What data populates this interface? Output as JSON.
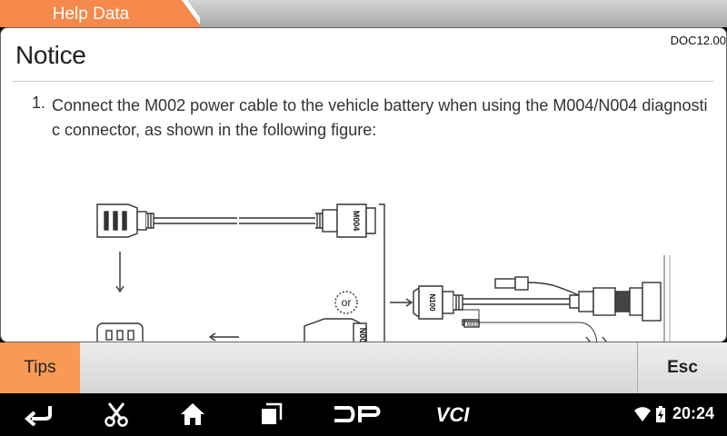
{
  "header": {
    "tab_label": "Help Data",
    "tab_color": "#f5884a"
  },
  "content": {
    "doc_id": "DOC12.00",
    "title": "Notice",
    "items": [
      {
        "number": "1.",
        "text": "Connect the M002 power cable to the vehicle battery when using the M004/N004 diagnostic connector, as shown in the following figure:"
      }
    ],
    "figure": {
      "connector_labels": [
        "M004",
        "N100",
        "M002",
        "N00"
      ],
      "or_label": "or"
    }
  },
  "bottom_bar": {
    "tips_label": "Tips",
    "esc_label": "Esc",
    "tips_color": "#f79a55"
  },
  "nav": {
    "icons": [
      "back-icon",
      "scissors-icon",
      "home-icon",
      "recent-apps-icon",
      "dp-icon",
      "vci-icon"
    ],
    "dp_label": "DP",
    "vci_label": "VCI"
  },
  "status": {
    "time": "20:24",
    "icons": [
      "wifi-icon",
      "battery-icon"
    ]
  }
}
